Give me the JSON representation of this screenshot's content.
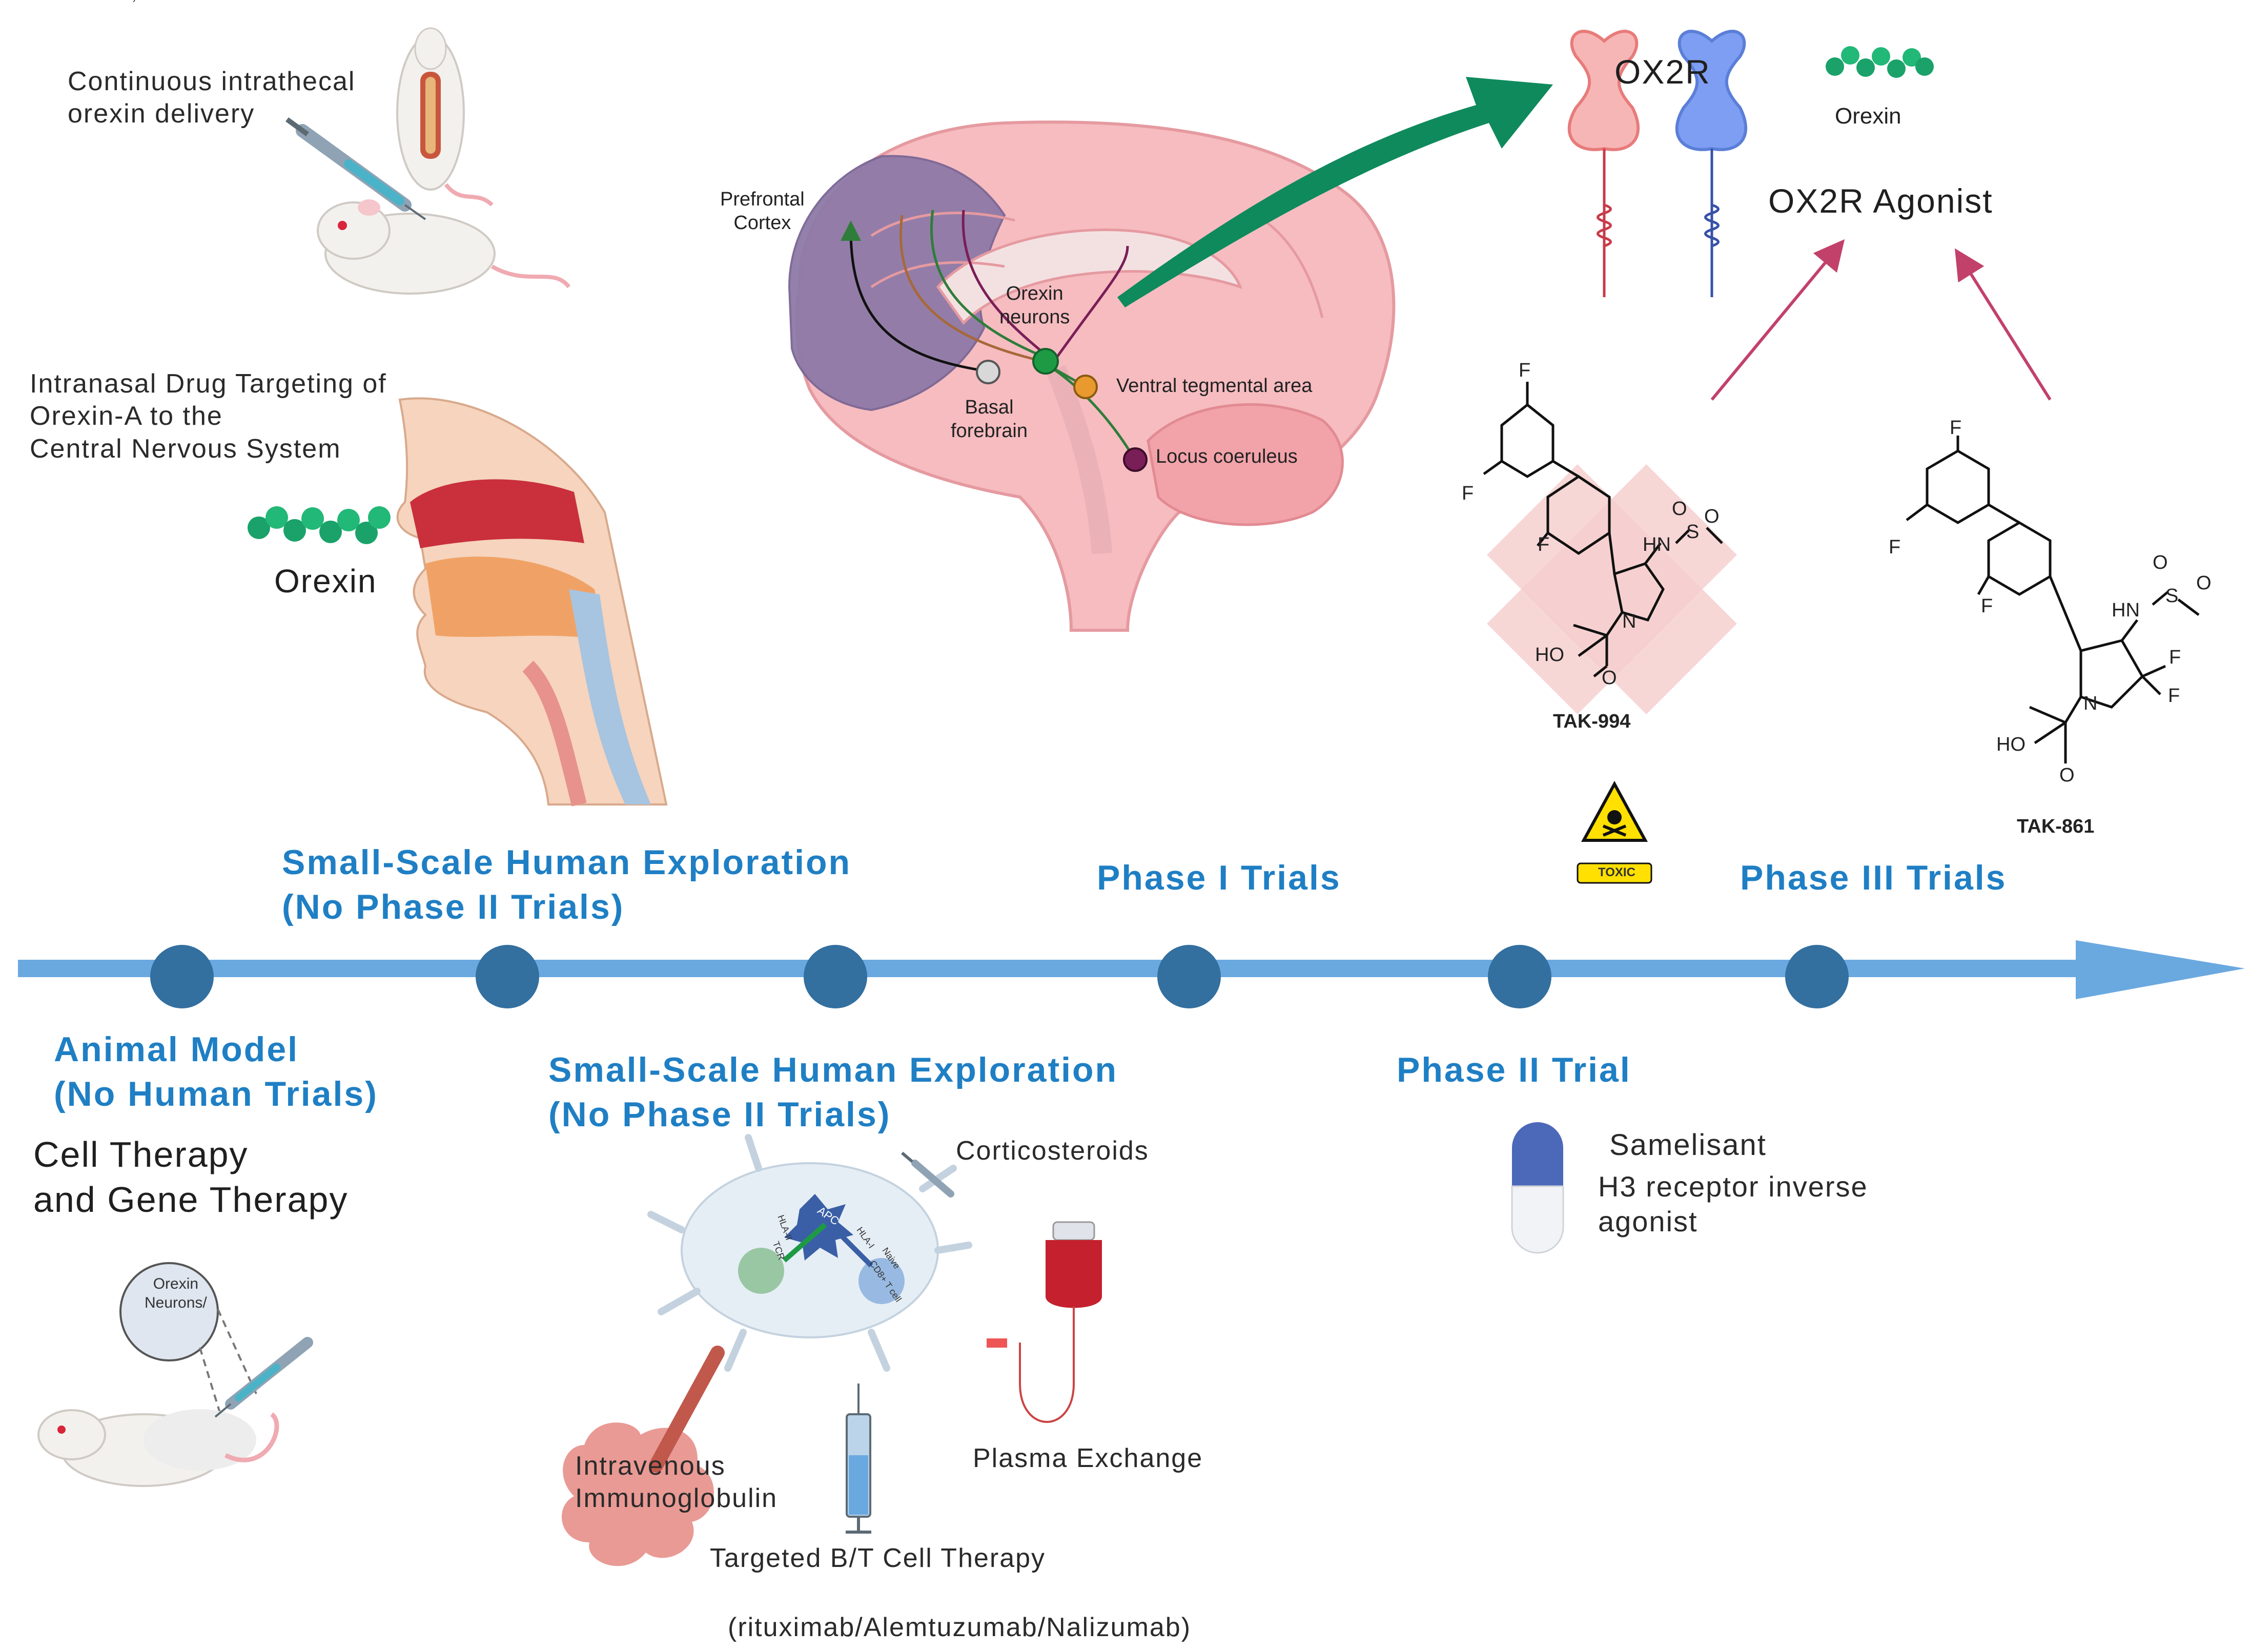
{
  "top": {
    "intrathecal_label": "Continuous intrathecal\norexin delivery",
    "intranasal_label": "Intranasal Drug Targeting of\nOrexin-A to the\nCentral Nervous System",
    "orexin_left_label": "Orexin"
  },
  "brain": {
    "prefrontal_cortex": "Prefrontal\nCortex",
    "orexin_neurons": "Orexin\nneurons",
    "basal_forebrain": "Basal\nforebrain",
    "ventral_tegmental_area": "Ventral tegmental area",
    "locus_coeruleus": "Locus coeruleus"
  },
  "receptor": {
    "ox2r_label": "OX2R",
    "orexin_label": "Orexin",
    "agonist_label": "OX2R Agonist"
  },
  "tak994": {
    "name": "TAK-994",
    "atoms": {
      "f1": "F",
      "f2": "F",
      "f3": "F",
      "hn": "HN",
      "s": "S",
      "o1": "O",
      "o2": "O",
      "n": "N",
      "ho": "HO",
      "o3": "O"
    },
    "toxic_label": "TOXIC"
  },
  "tak861": {
    "name": "TAK-861",
    "atoms": {
      "f1": "F",
      "f2": "F",
      "f3": "F",
      "hn": "HN",
      "s": "S",
      "o1": "O",
      "o2": "O",
      "f4": "F",
      "f5": "F",
      "n": "N",
      "ho": "HO",
      "o3": "O"
    }
  },
  "timeline": {
    "stage_above_1": "Small-Scale Human Exploration\n(No Phase II Trials)",
    "stage_above_2": "Phase I Trials",
    "stage_above_3": "Phase III Trials",
    "stage_below_1": "Animal Model\n(No Human Trials)",
    "stage_below_2": "Small-Scale Human Exploration\n(No Phase II Trials)",
    "stage_below_3": "Phase II Trial",
    "milestone_count": 6
  },
  "bottom": {
    "cell_gene_therapy": "Cell Therapy\nand Gene Therapy",
    "orexin_neurons_circle": "Orexin\nNeurons/",
    "corticosteroids": "Corticosteroids",
    "ivig": "Intravenous\nImmunoglobulin",
    "plasma_exchange": "Plasma Exchange",
    "bt_cell": "Targeted B/T Cell Therapy",
    "antibodies": "(rituximab/Alemtuzumab/Nalizumab)",
    "samelisant": "Samelisant",
    "h3": "H3 receptor inverse\nagonist",
    "apc": "APC",
    "hla_ii": "HLA-II",
    "tcr": "TCR",
    "hla_i": "HLA-I",
    "naive": "Naive",
    "cd8": "CD8+ T cell"
  },
  "colors": {
    "timeline": "#6aa9e0",
    "milestone": "#336f9f",
    "stage_text": "#1f7fc4",
    "arrow_green": "#0f8a5c",
    "pink_arrow": "#c2416a",
    "ox2r_red": "#e87b7b",
    "ox2r_blue": "#7d9ef2"
  }
}
